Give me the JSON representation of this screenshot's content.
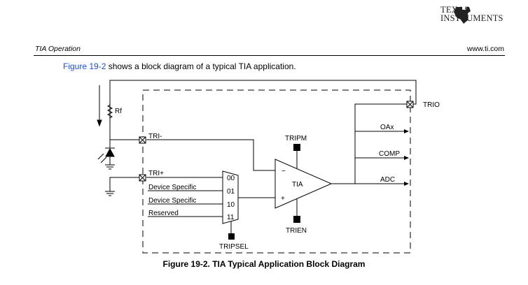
{
  "brand": {
    "line1": "Texas",
    "line2": "Instruments"
  },
  "header": {
    "section": "TIA Operation",
    "url": "www.ti.com"
  },
  "intro": {
    "link": "Figure 19-2",
    "text": " shows a block diagram of a typical TIA application."
  },
  "diagram": {
    "labels": {
      "rf": "Rf",
      "tri_minus": "TRI-",
      "tri_plus": "TRI+",
      "device_specific_1": "Device Specific",
      "device_specific_2": "Device Specific",
      "reserved": "Reserved",
      "mux_00": "00",
      "mux_01": "01",
      "mux_10": "10",
      "mux_11": "11",
      "tripsel": "TRIPSEL",
      "tripm": "TRIPM",
      "trien": "TRIEN",
      "tia": "TIA",
      "minus": "−",
      "plus": "+",
      "oax": "OAx",
      "comp": "COMP",
      "adc": "ADC",
      "trio": "TRIO"
    }
  },
  "caption": "Figure 19-2. TIA Typical Application Block Diagram"
}
